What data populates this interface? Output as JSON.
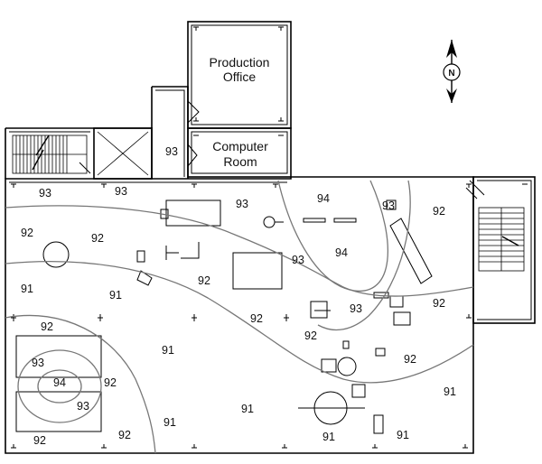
{
  "rooms": {
    "production_office": {
      "line1": "Production",
      "line2": "Office"
    },
    "computer_room": {
      "line1": "Computer",
      "line2": "Room"
    }
  },
  "compass": {
    "north_label": "N"
  },
  "noise_levels": {
    "l01": "93",
    "l02": "93",
    "l03": "93",
    "l04": "93",
    "l05": "94",
    "l06": "93",
    "l07": "92",
    "l08": "92",
    "l09": "92",
    "l10": "94",
    "l11": "93",
    "l12": "91",
    "l13": "91",
    "l14": "92",
    "l15": "92",
    "l16": "93",
    "l17": "92",
    "l18": "92",
    "l19": "91",
    "l20": "92",
    "l21": "93",
    "l22": "94",
    "l23": "92",
    "l24": "93",
    "l25": "91",
    "l26": "92",
    "l27": "92",
    "l28": "91",
    "l29": "91",
    "l30": "91",
    "l31": "91"
  }
}
